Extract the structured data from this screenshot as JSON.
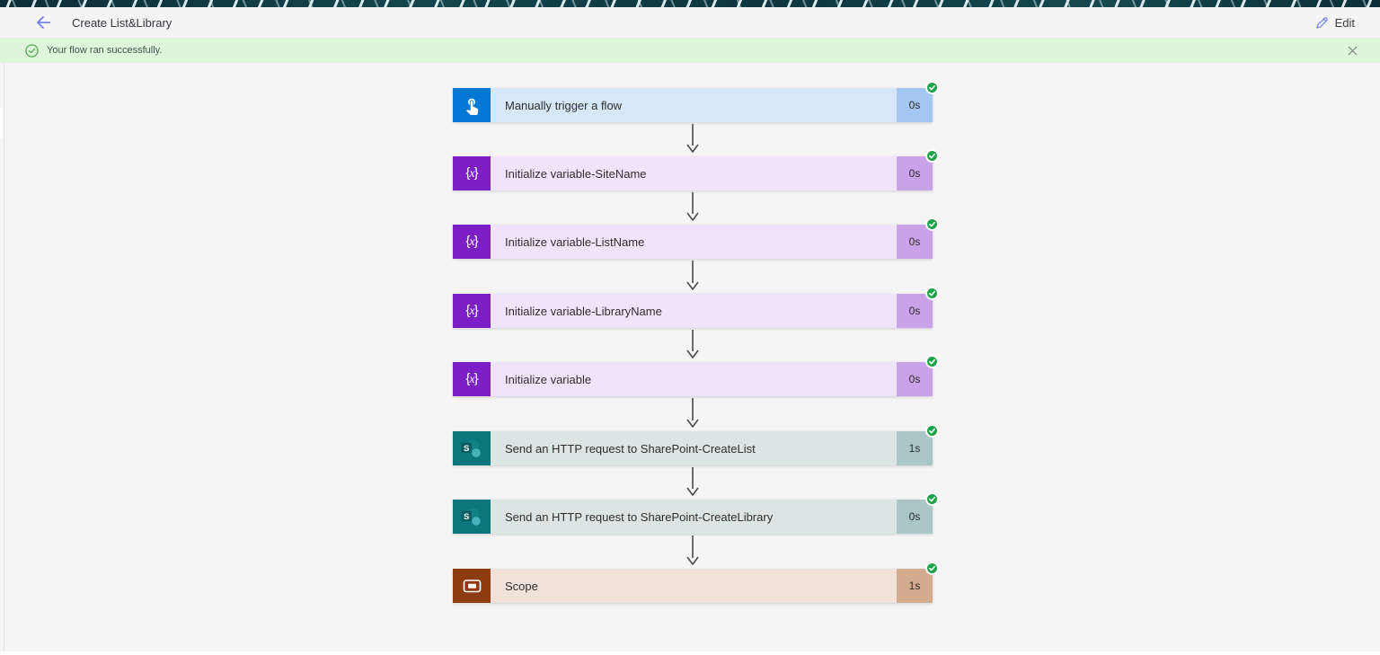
{
  "header": {
    "title": "Create List&Library",
    "edit_label": "Edit",
    "accent_color": "#6b7ce8"
  },
  "banner": {
    "message": "Your flow ran successfully.",
    "background": "#dff6dd",
    "icon_color": "#4ca64c",
    "close_icon": "x-icon"
  },
  "flow": {
    "badge_color": "#1ea34a",
    "arrow_color": "#4a4a4a",
    "types": {
      "trigger": {
        "icon_bg": "#0078d4",
        "body_bg": "#d5e7f8",
        "duration_bg": "#a3c7f0"
      },
      "variable": {
        "icon_bg": "#7c1fc4",
        "body_bg": "#f0e4fa",
        "duration_bg": "#c9a2ea"
      },
      "sharepoint": {
        "icon_bg": "#0b767b",
        "body_bg": "#dae5e4",
        "duration_bg": "#aac7c5"
      },
      "scope": {
        "icon_bg": "#8d3b10",
        "body_bg": "#f0e2d8",
        "duration_bg": "#d3ab8e"
      }
    },
    "nodes": [
      {
        "label": "Manually trigger a flow",
        "duration": "0s",
        "type": "trigger",
        "icon": "touch-icon"
      },
      {
        "label": "Initialize variable-SiteName",
        "duration": "0s",
        "type": "variable",
        "icon": "variable-icon"
      },
      {
        "label": "Initialize variable-ListName",
        "duration": "0s",
        "type": "variable",
        "icon": "variable-icon"
      },
      {
        "label": "Initialize variable-LibraryName",
        "duration": "0s",
        "type": "variable",
        "icon": "variable-icon"
      },
      {
        "label": "Initialize variable",
        "duration": "0s",
        "type": "variable",
        "icon": "variable-icon"
      },
      {
        "label": "Send an HTTP request to SharePoint-CreateList",
        "duration": "1s",
        "type": "sharepoint",
        "icon": "sharepoint-icon"
      },
      {
        "label": "Send an HTTP request to SharePoint-CreateLibrary",
        "duration": "0s",
        "type": "sharepoint",
        "icon": "sharepoint-icon"
      },
      {
        "label": "Scope",
        "duration": "1s",
        "type": "scope",
        "icon": "scope-icon"
      }
    ]
  }
}
